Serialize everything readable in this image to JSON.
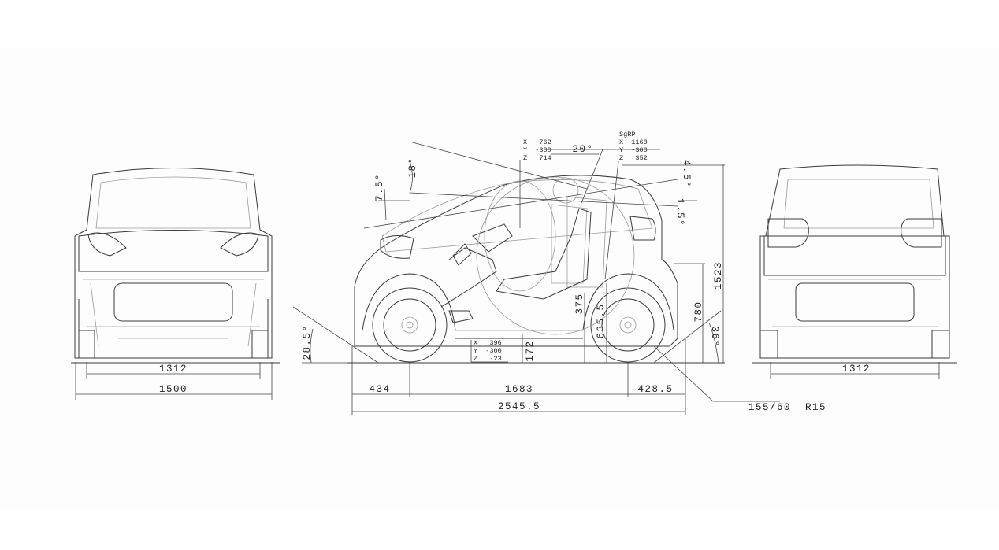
{
  "front_view": {
    "track_width": "1312",
    "overall_width": "1500"
  },
  "rear_view": {
    "track_width": "1312"
  },
  "side_view": {
    "front_overhang": "434",
    "wheelbase": "1683",
    "rear_overhang": "428.5",
    "overall_length": "2545.5",
    "overall_height": "1523",
    "approach_angle": "28.5°",
    "departure_angle": "36°",
    "angle_18": "18°",
    "angle_7_5": "7.5°",
    "angle_20": "20°",
    "angle_4_5": "4.5°",
    "angle_1_5": "1.5°",
    "ground_clearance": "172",
    "dim_375": "375",
    "dim_635_5": "635.5",
    "dim_780": "780",
    "tyre": "155/60  R15",
    "eye_point": {
      "x": "X   762",
      "y": "Y  -300",
      "z": "Z   714"
    },
    "sgrp": {
      "title": "SgRP",
      "x": "X  1160",
      "y": "Y  -300",
      "z": "Z   352"
    },
    "heel_point": {
      "x": "X   396",
      "y": "Y  -300",
      "z": "Z   -23"
    }
  }
}
